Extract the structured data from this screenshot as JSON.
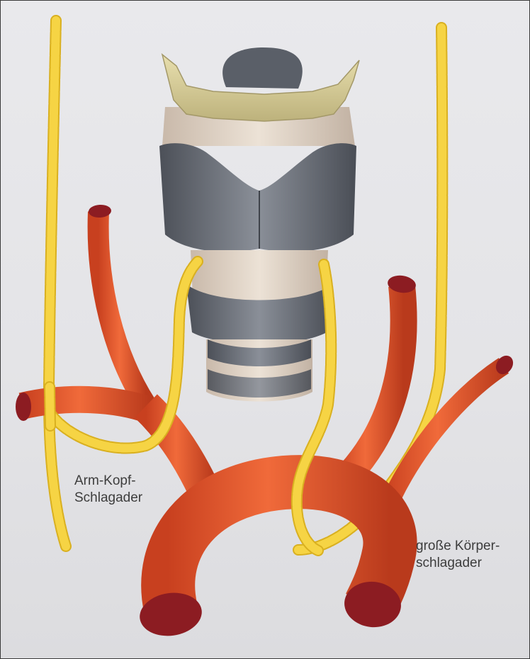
{
  "labels": {
    "arm_kopf_line1": "Arm-Kopf-",
    "arm_kopf_line2": "Schlagader",
    "aorta_line1": "große Körper-",
    "aorta_line2": "schlagader"
  },
  "colors": {
    "background": "#e6e6e9",
    "artery": "#e2532a",
    "artery_dark": "#a83a1e",
    "artery_opening": "#8c1c22",
    "nerve": "#f6d444",
    "nerve_outline": "#d9b020",
    "cartilage": "#6b7079",
    "hyoid_bone": "#d8cf9c",
    "membrane": "#d9cbbd",
    "label_text": "#3d3d3d"
  }
}
